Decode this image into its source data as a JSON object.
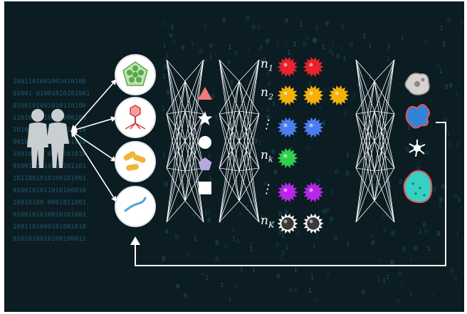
{
  "figure": {
    "background_color": "#0b1c22",
    "binary_rows": [
      "1001101001001010100",
      "01001 01001010101001",
      "0100101001010110100",
      "1101001010101000100",
      "1010100101001010110",
      "0010101001011001010",
      "10010101 0100101010",
      "0100101010010101101",
      "1011001010100101001",
      "0100101011010100010",
      "10010100 0001011001",
      "0100101010010101001",
      "1001101000101001010",
      "0101010010100100011"
    ]
  },
  "people": {
    "icon": "two-people-silhouette",
    "color": "#c9ced0"
  },
  "samples": [
    {
      "icon": "cell-cluster-icon",
      "color": "#5aa84a"
    },
    {
      "icon": "bacteriophage-icon",
      "color": "#d23a3a"
    },
    {
      "icon": "bacteria-icon",
      "color": "#f0b43a"
    },
    {
      "icon": "worm-icon",
      "color": "#4aa6d8"
    }
  ],
  "shapes": [
    {
      "icon": "triangle-icon",
      "color": "#f07a7a"
    },
    {
      "icon": "star-icon",
      "color": "#ffffff"
    },
    {
      "icon": "circle-icon",
      "color": "#ffffff"
    },
    {
      "icon": "pentagon-icon",
      "color": "#b7a9e0"
    },
    {
      "icon": "square-icon",
      "color": "#ffffff"
    }
  ],
  "cell_rows": [
    {
      "label_main": "n",
      "label_sub": "1",
      "colors": [
        "#e8232b",
        "#e8232b"
      ]
    },
    {
      "label_main": "n",
      "label_sub": "2",
      "colors": [
        "#f5b10a",
        "#f5b10a",
        "#f5b10a"
      ]
    },
    {
      "label_main": "⋮",
      "label_sub": "",
      "colors": [
        "#4a7ef0",
        "#4a7ef0"
      ]
    },
    {
      "label_main": "n",
      "label_sub": "k",
      "colors": [
        "#2fd04a"
      ]
    },
    {
      "label_main": "⋮",
      "label_sub": "",
      "colors": [
        "#b727e8",
        "#b727e8"
      ]
    },
    {
      "label_main": "n",
      "label_sub": "K",
      "colors": [
        "#3a3a3a",
        "#3a3a3a"
      ]
    }
  ],
  "outputs": [
    {
      "icon": "grey-cell-icon",
      "color": "#d6d2cf"
    },
    {
      "icon": "blue-amoeba-icon",
      "color": "#2f86d8"
    },
    {
      "icon": "white-neuron-icon",
      "color": "#ffffff"
    },
    {
      "icon": "cyan-cell-icon",
      "color": "#36d1c4"
    }
  ],
  "network_color": "#ffffff"
}
